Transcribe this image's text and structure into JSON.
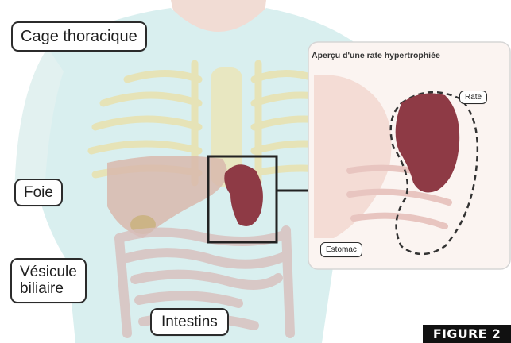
{
  "labels": {
    "cage": "Cage thoracique",
    "foie": "Foie",
    "vesicule_line1": "Vésicule",
    "vesicule_line2": "biliaire",
    "intestins": "Intestins"
  },
  "inset": {
    "title": "Aperçu d'une rate hypertrophiée",
    "rate": "Rate",
    "estomac": "Estomac"
  },
  "figure_tag": "FIGURE 2",
  "colors": {
    "spleen": "#8e3a45",
    "skin": "#f1dcd4",
    "shirt": "#d9efef",
    "outline": "#2b2b2b",
    "tag_bg": "#111111"
  }
}
